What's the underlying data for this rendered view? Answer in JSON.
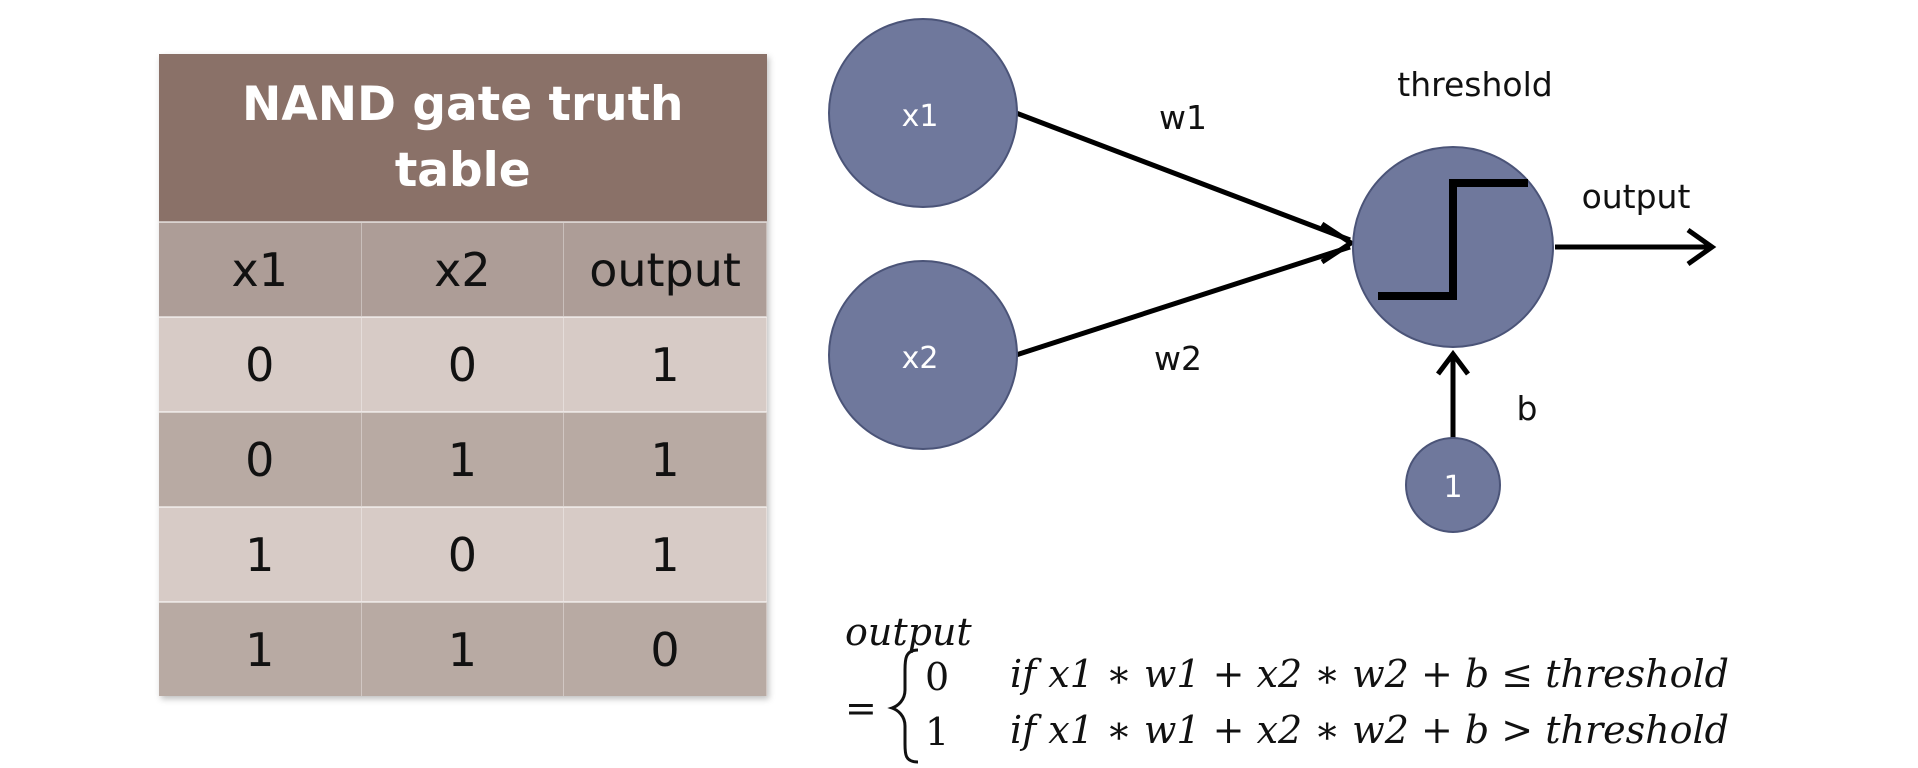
{
  "table": {
    "title_line1": "NAND gate truth",
    "title_line2": "table",
    "headers": [
      "x1",
      "x2",
      "output"
    ],
    "rows": [
      [
        "0",
        "0",
        "1"
      ],
      [
        "0",
        "1",
        "1"
      ],
      [
        "1",
        "0",
        "1"
      ],
      [
        "1",
        "1",
        "0"
      ]
    ]
  },
  "diagram": {
    "input1_label": "x1",
    "input2_label": "x2",
    "bias_node_label": "1",
    "weight1_label": "w1",
    "weight2_label": "w2",
    "threshold_label": "threshold",
    "output_label": "output",
    "bias_label": "b",
    "colors": {
      "node_fill": "#6f789c",
      "node_stroke": "#4b5478",
      "edge": "#000000"
    }
  },
  "formula": {
    "lhs": "output",
    "equals": "=",
    "case1_value": "0",
    "case1_condition": "if x1 ∗ w1 + x2 ∗ w2  + b  ≤ threshold",
    "case2_value": "1",
    "case2_condition": "if x1 ∗ w1 + x2 ∗ w2 + b  > threshold"
  }
}
